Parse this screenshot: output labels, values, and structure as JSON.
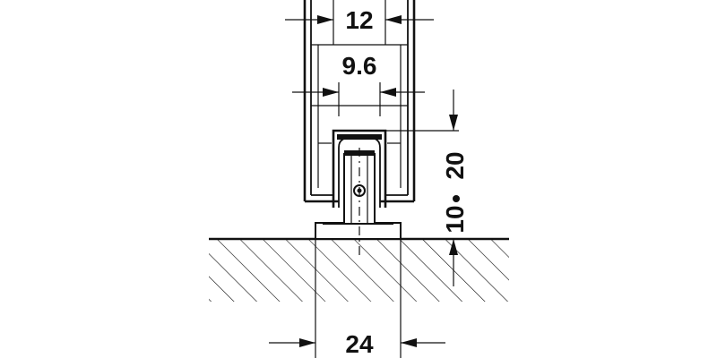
{
  "dimensions": {
    "top_width": "12",
    "inner_width": "9.6",
    "height_upper": "20",
    "height_lower": "10",
    "base_width": "24"
  },
  "colors": {
    "line": "#111111",
    "background": "#ffffff"
  }
}
